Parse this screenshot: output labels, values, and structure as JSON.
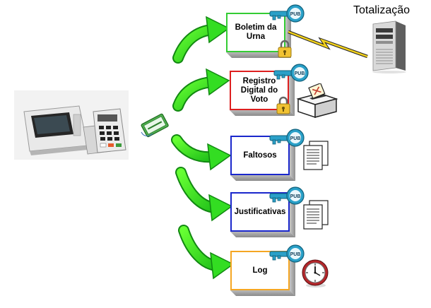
{
  "boxes": [
    {
      "label": "Boletim da Urna",
      "color": "#33cc33",
      "key": "PUB",
      "lock": true
    },
    {
      "label": "Registro Digital do Voto",
      "color": "#dd1f1f",
      "key": "PUB",
      "lock": true
    },
    {
      "label": "Faltosos",
      "color": "#1a27cc",
      "key": "PUB",
      "lock": false
    },
    {
      "label": "Justificativas",
      "color": "#1a27cc",
      "key": "PUB",
      "lock": false
    },
    {
      "label": "Log",
      "color": "#f5a623",
      "key": "PUB",
      "lock": false
    }
  ],
  "server_label": "Totalização",
  "icons": {
    "voting_machine": "voting-machine",
    "flash_card": "memory-card",
    "server": "server-tower",
    "ballot_box": "ballot-box",
    "documents": "documents",
    "clock": "wall-clock",
    "key": "key",
    "lock": "padlock",
    "lightning": "lightning-link",
    "arrow": "green-curved-arrow"
  }
}
